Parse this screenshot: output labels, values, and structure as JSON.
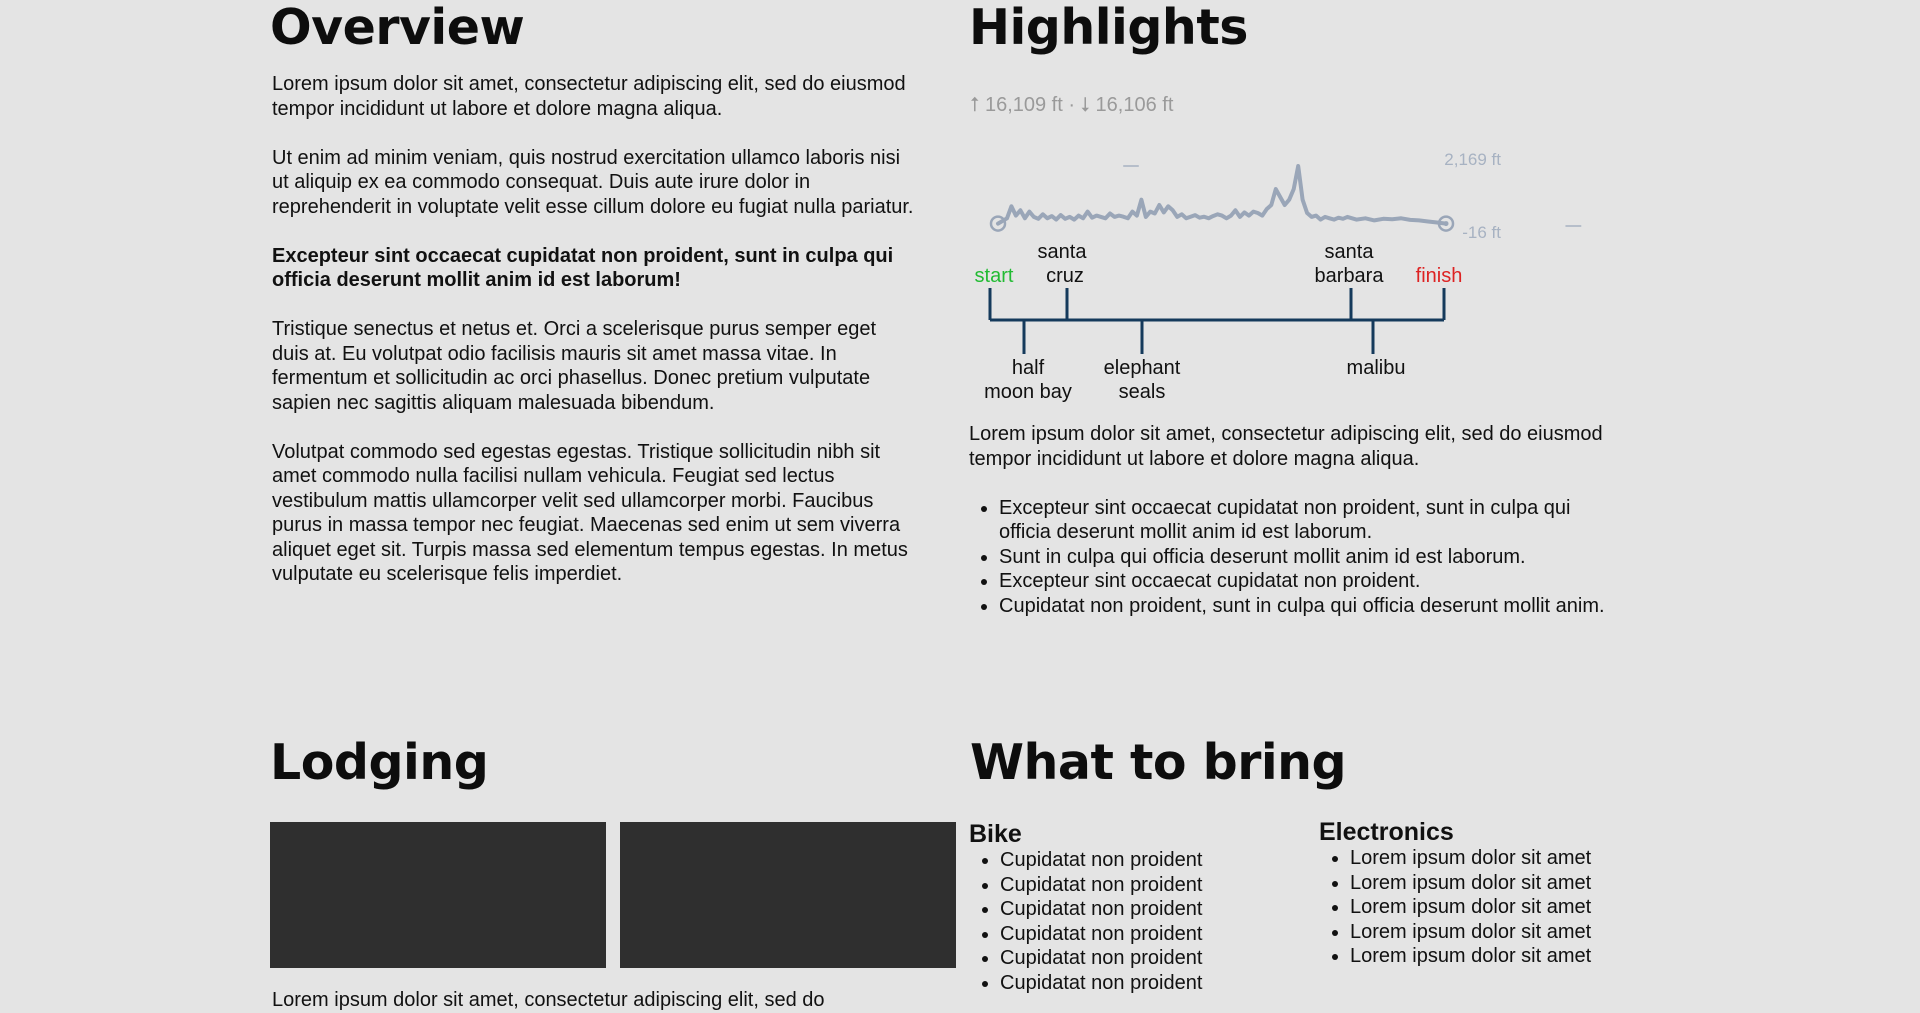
{
  "overview": {
    "title": "Overview",
    "paragraphs": [
      "Lorem ipsum dolor sit amet, consectetur adipiscing elit, sed do eiusmod tempor incididunt ut labore et dolore magna aliqua.",
      "Ut enim ad minim veniam, quis nostrud exercitation ullamco laboris nisi ut aliquip ex ea commodo consequat. Duis aute irure dolor in reprehenderit in voluptate velit esse cillum dolore eu fugiat nulla pariatur.",
      "Excepteur sint occaecat cupidatat non proident, sunt in culpa qui officia deserunt mollit anim id est laborum!",
      "Tristique senectus et netus et. Orci a scelerisque purus semper eget duis at. Eu volutpat odio facilisis mauris sit amet massa vitae. In fermentum et sollicitudin ac orci phasellus. Donec pretium vulputate sapien nec sagittis aliquam malesuada bibendum.",
      "Volutpat commodo sed egestas egestas. Tristique sollicitudin nibh sit amet commodo nulla facilisi nullam vehicula. Feugiat sed lectus vestibulum mattis ullamcorper velit sed ullamcorper morbi. Faucibus purus in massa tempor nec feugiat. Maecenas sed enim ut sem viverra aliquet eget sit. Turpis massa sed elementum tempus egestas. In metus vulputate eu scelerisque felis imperdiet."
    ]
  },
  "highlights": {
    "title": "Highlights",
    "elevation_stats": "⭡ 16,109 ft · ⭣ 16,106 ft",
    "max_label": "2,169 ft",
    "min_label": "-16 ft",
    "route_labels_top": {
      "start": "start",
      "santa_cruz_1": "santa",
      "santa_cruz_2": "cruz",
      "santa_barbara_1": "santa",
      "santa_barbara_2": "barbara",
      "finish": "finish"
    },
    "route_labels_bottom": {
      "half_moon_bay_1": "half",
      "half_moon_bay_2": "moon bay",
      "elephant_seals_1": "elephant",
      "elephant_seals_2": "seals",
      "malibu": "malibu"
    },
    "intro": "Lorem ipsum dolor sit amet, consectetur adipiscing elit, sed do eiusmod tempor incididunt ut labore et dolore magna aliqua.",
    "bullets": [
      "Excepteur sint occaecat cupidatat non proident, sunt in culpa qui officia deserunt mollit anim id est laborum.",
      "Sunt in culpa qui officia deserunt mollit anim id est laborum.",
      "Excepteur sint occaecat cupidatat non proident.",
      "Cupidatat non proident, sunt in culpa qui officia deserunt mollit anim."
    ]
  },
  "lodging": {
    "title": "Lodging",
    "text": "Lorem ipsum dolor sit amet, consectetur adipiscing elit, sed do"
  },
  "bring": {
    "title": "What to bring",
    "bike": {
      "title": "Bike",
      "items": [
        "Cupidatat non proident",
        "Cupidatat non proident",
        "Cupidatat non proident",
        "Cupidatat non proident",
        "Cupidatat non proident",
        "Cupidatat non proident"
      ]
    },
    "electronics": {
      "title": "Electronics",
      "items": [
        "Lorem ipsum dolor sit amet",
        "Lorem ipsum dolor sit amet",
        "Lorem ipsum dolor sit amet",
        "Lorem ipsum dolor sit amet",
        "Lorem ipsum dolor sit amet"
      ]
    }
  },
  "colors": {
    "background": "#e4e4e4",
    "start": "#22bb33",
    "finish": "#dd2222",
    "route_line": "#153a5b",
    "elevation_line": "#9aa6b8"
  },
  "chart_data": {
    "type": "line",
    "title": "",
    "xlabel": "",
    "ylabel": "",
    "ylim": [
      -16,
      2169
    ],
    "x": [
      0,
      0.02,
      0.03,
      0.04,
      0.05,
      0.06,
      0.07,
      0.08,
      0.09,
      0.1,
      0.11,
      0.12,
      0.13,
      0.14,
      0.15,
      0.16,
      0.17,
      0.18,
      0.19,
      0.2,
      0.21,
      0.22,
      0.23,
      0.24,
      0.25,
      0.26,
      0.27,
      0.28,
      0.29,
      0.3,
      0.31,
      0.32,
      0.33,
      0.34,
      0.35,
      0.36,
      0.37,
      0.38,
      0.39,
      0.4,
      0.41,
      0.42,
      0.43,
      0.44,
      0.45,
      0.46,
      0.47,
      0.48,
      0.49,
      0.5,
      0.51,
      0.52,
      0.53,
      0.54,
      0.55,
      0.56,
      0.57,
      0.58,
      0.59,
      0.6,
      0.61,
      0.62,
      0.63,
      0.64,
      0.65,
      0.66,
      0.67,
      0.68,
      0.69,
      0.7,
      0.71,
      0.72,
      0.73,
      0.74,
      0.75,
      0.76,
      0.77,
      0.78,
      0.8,
      0.82,
      0.84,
      0.86,
      0.88,
      0.9,
      0.92,
      0.94,
      0.96,
      0.98,
      1.0
    ],
    "values": [
      0,
      200,
      650,
      300,
      500,
      200,
      450,
      250,
      180,
      350,
      200,
      280,
      150,
      320,
      180,
      250,
      150,
      300,
      200,
      450,
      220,
      300,
      250,
      200,
      380,
      250,
      300,
      260,
      200,
      450,
      300,
      900,
      250,
      450,
      380,
      700,
      420,
      650,
      500,
      250,
      350,
      200,
      260,
      320,
      220,
      260,
      200,
      280,
      350,
      300,
      200,
      300,
      500,
      250,
      420,
      300,
      450,
      400,
      300,
      550,
      700,
      1300,
      1000,
      700,
      900,
      1300,
      2169,
      900,
      400,
      250,
      300,
      150,
      250,
      200,
      150,
      220,
      180,
      250,
      150,
      200,
      120,
      180,
      160,
      200,
      140,
      120,
      80,
      40,
      0
    ]
  }
}
